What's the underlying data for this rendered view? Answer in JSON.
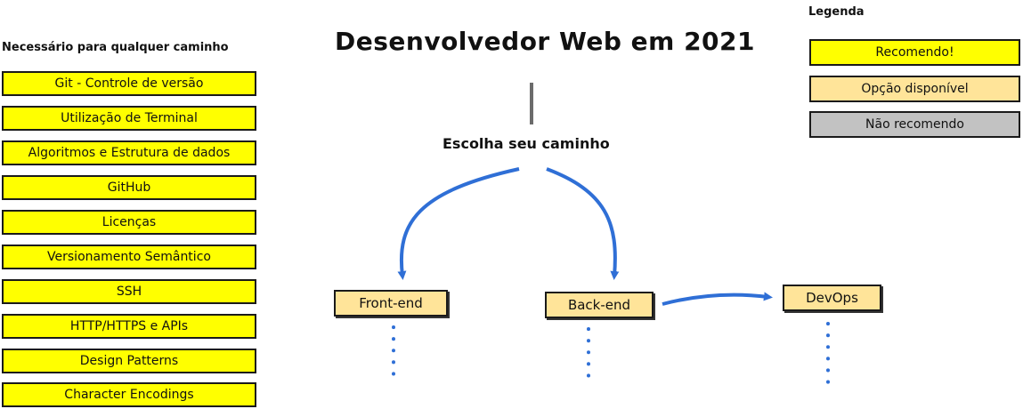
{
  "title": "Desenvolvedor Web em 2021",
  "prompt": "Escolha seu caminho",
  "required": {
    "heading": "Necessário para qualquer caminho",
    "items": [
      "Git - Controle de versão",
      "Utilização de Terminal",
      "Algoritmos e Estrutura de dados",
      "GitHub",
      "Licenças",
      "Versionamento Semântico",
      "SSH",
      "HTTP/HTTPS e APIs",
      "Design Patterns",
      "Character Encodings"
    ]
  },
  "paths": {
    "frontend": "Front-end",
    "backend": "Back-end",
    "devops": "DevOps"
  },
  "legend": {
    "heading": "Legenda",
    "recommend": "Recomendo!",
    "available": "Opção disponível",
    "not_recommend": "Não recomendo"
  },
  "colors": {
    "yellow": "#ffff00",
    "orange": "#ffe499",
    "gray": "#c2c2c2",
    "arrow": "#2f6fd6"
  }
}
